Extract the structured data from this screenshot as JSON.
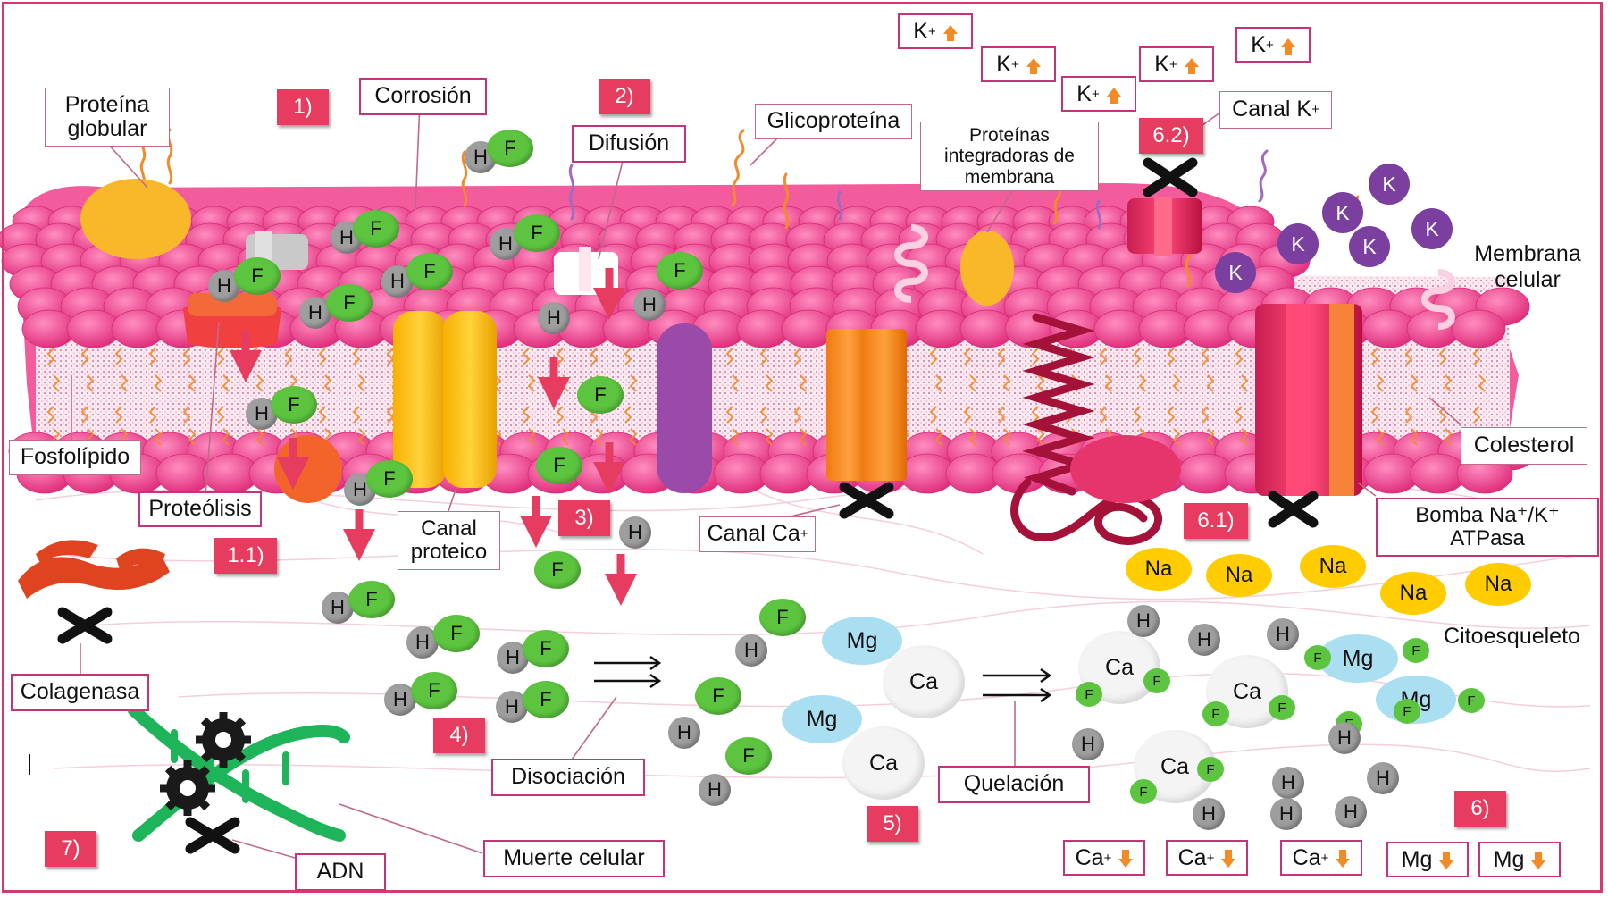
{
  "labels": {
    "proteina_globular": "Proteína\nglobular",
    "corrosion": "Corrosión",
    "difusion": "Difusión",
    "glicoproteina": "Glicoproteína",
    "proteinas_integradoras": "Proteínas\nintegradoras de\nmembrana",
    "canal_k": "Canal K",
    "membrana_celular": "Membrana\ncelular",
    "fosfolipido": "Fosfolípido",
    "colesterol": "Colesterol",
    "proteolisis": "Proteólisis",
    "canal_proteico": "Canal\nproteico",
    "canal_ca": "Canal Ca",
    "bomba": "Bomba Na⁺/K⁺\nATPasa",
    "citoesqueleto": "Citoesqueleto",
    "colagenasa": "Colagenasa",
    "disociacion": "Disociación",
    "quelacion": "Quelación",
    "muerte_celular": "Muerte celular",
    "adn": "ADN",
    "separator": "|"
  },
  "steps": [
    "1)",
    "2)",
    "1.1)",
    "3)",
    "4)",
    "5)",
    "6)",
    "6.1)",
    "6.2)",
    "7)"
  ],
  "ions": {
    "k_plus": "K",
    "ca_plus": "Ca",
    "mg": "Mg",
    "plus_sign": "+"
  },
  "molecules": {
    "h": "H",
    "f": "F",
    "mg": "Mg",
    "ca": "Ca",
    "k": "K",
    "na": "Na"
  },
  "colors": {
    "membrane_pink": "#ec3f8c",
    "membrane_light": "#f46aa8",
    "step_red": "#e63c5f",
    "label_border": "#c2357a",
    "fluoride_green": "#5cc43f",
    "hydrogen_gray": "#9e9e9e",
    "potassium_purple": "#7b3fa0",
    "sodium_yellow": "#ffcc00",
    "magnesium_blue": "#a9dff0",
    "arrow_orange": "#f28a25",
    "dna_green": "#1db45a"
  }
}
